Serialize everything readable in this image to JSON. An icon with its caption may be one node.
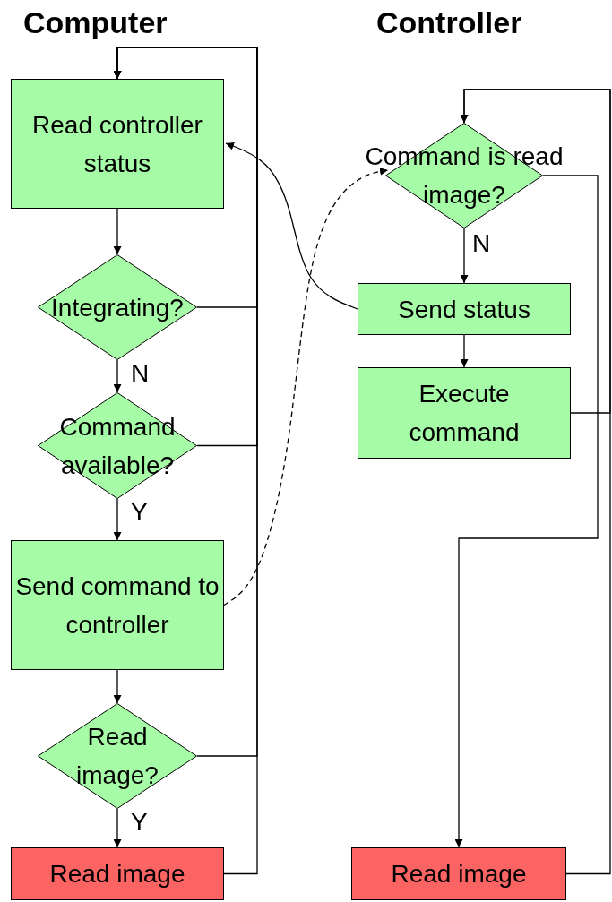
{
  "diagram": {
    "nodes": [
      {
        "text": [
          "Read controller status"
        ]
      },
      {
        "text": [
          "Integrating?"
        ]
      },
      {
        "text": [
          "Command available?"
        ]
      },
      {
        "text": [
          "Send command to controller"
        ]
      },
      {
        "text": [
          "Read image?"
        ]
      },
      {
        "text": [
          "Read image"
        ]
      },
      {
        "text": [
          "Command is read image?"
        ]
      },
      {
        "text": [
          "Send status"
        ]
      },
      {
        "text": [
          "Execute command"
        ]
      },
      {
        "text": [
          "Read image"
        ]
      }
    ],
    "edges": [
      {
        "from": 0,
        "to": 1,
        "arrow": "to"
      },
      {
        "from": 1,
        "to": 2,
        "arrow": "to",
        "label": "N"
      },
      {
        "from": 2,
        "to": 3,
        "arrow": "to",
        "label": "Y"
      },
      {
        "from": 3,
        "to": 4,
        "arrow": "to"
      },
      {
        "from": 4,
        "to": 5,
        "arrow": "to",
        "label": "Y"
      },
      {
        "from": 1,
        "to": 0,
        "arrow": "to"
      },
      {
        "from": 2,
        "to": 0,
        "arrow": "to"
      },
      {
        "from": 4,
        "to": 0,
        "arrow": "to"
      },
      {
        "from": 5,
        "to": 0,
        "arrow": "to"
      },
      {
        "from": 3,
        "to": 6,
        "arrow": "to",
        "style": "dashed"
      },
      {
        "from": 7,
        "to": 0,
        "arrow": "to"
      },
      {
        "from": 6,
        "to": 7,
        "arrow": "to",
        "label": "N"
      },
      {
        "from": 7,
        "to": 8,
        "arrow": "to"
      },
      {
        "from": 8,
        "to": 6,
        "arrow": "to"
      },
      {
        "from": 9,
        "to": 6,
        "arrow": "to"
      },
      {
        "from": 6,
        "to": 9,
        "arrow": "to"
      }
    ],
    "labels": [
      "Computer",
      "Controller"
    ]
  }
}
